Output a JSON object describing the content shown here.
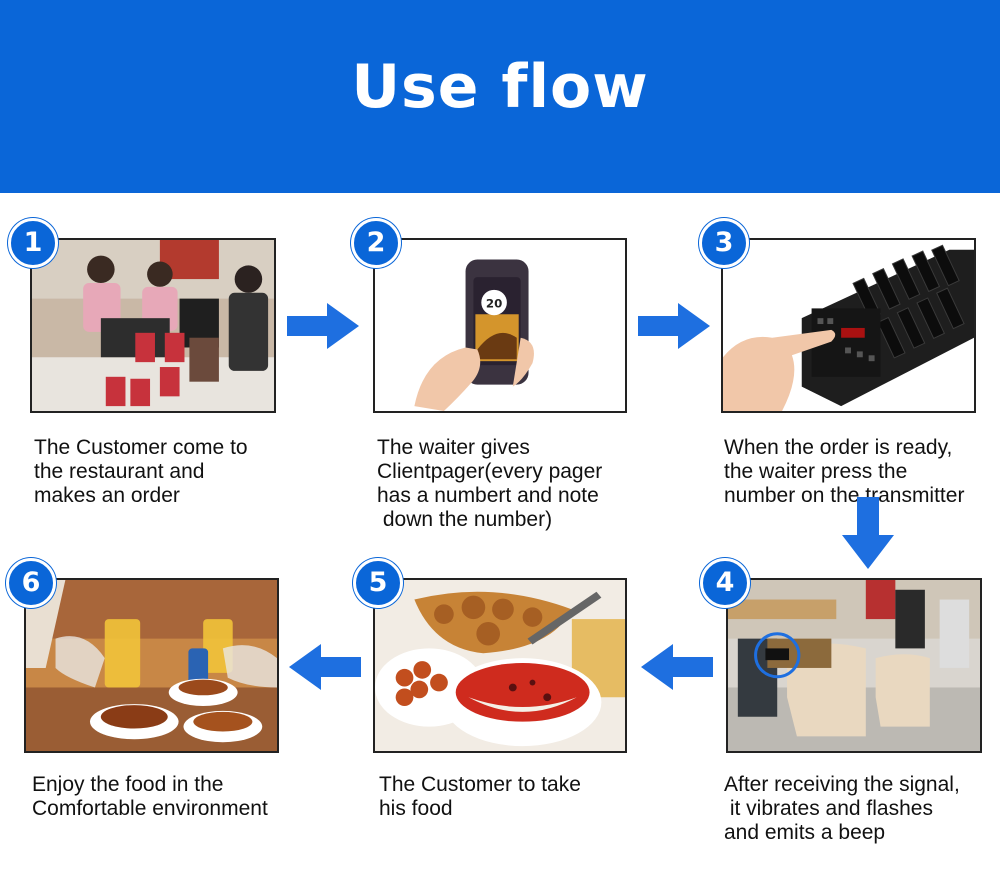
{
  "header": {
    "title": "Use flow"
  },
  "steps": [
    {
      "number": "1",
      "caption": "The Customer come to\nthe restaurant and\nmakes an order"
    },
    {
      "number": "2",
      "caption": "The waiter gives\nClientpager(every pager\nhas a numbert and note\n down the number)",
      "pager_number": "20"
    },
    {
      "number": "3",
      "caption": "When the order is ready,\nthe waiter press the\nnumber on the transmitter"
    },
    {
      "number": "4",
      "caption": "After receiving the signal,\n it vibrates and flashes\nand emits a beep"
    },
    {
      "number": "5",
      "caption": "The Customer to take\nhis food"
    },
    {
      "number": "6",
      "caption": "Enjoy the food in the\nComfortable environment"
    }
  ],
  "colors": {
    "brand_blue": "#0a66d8",
    "arrow_blue": "#1e6fe0"
  }
}
